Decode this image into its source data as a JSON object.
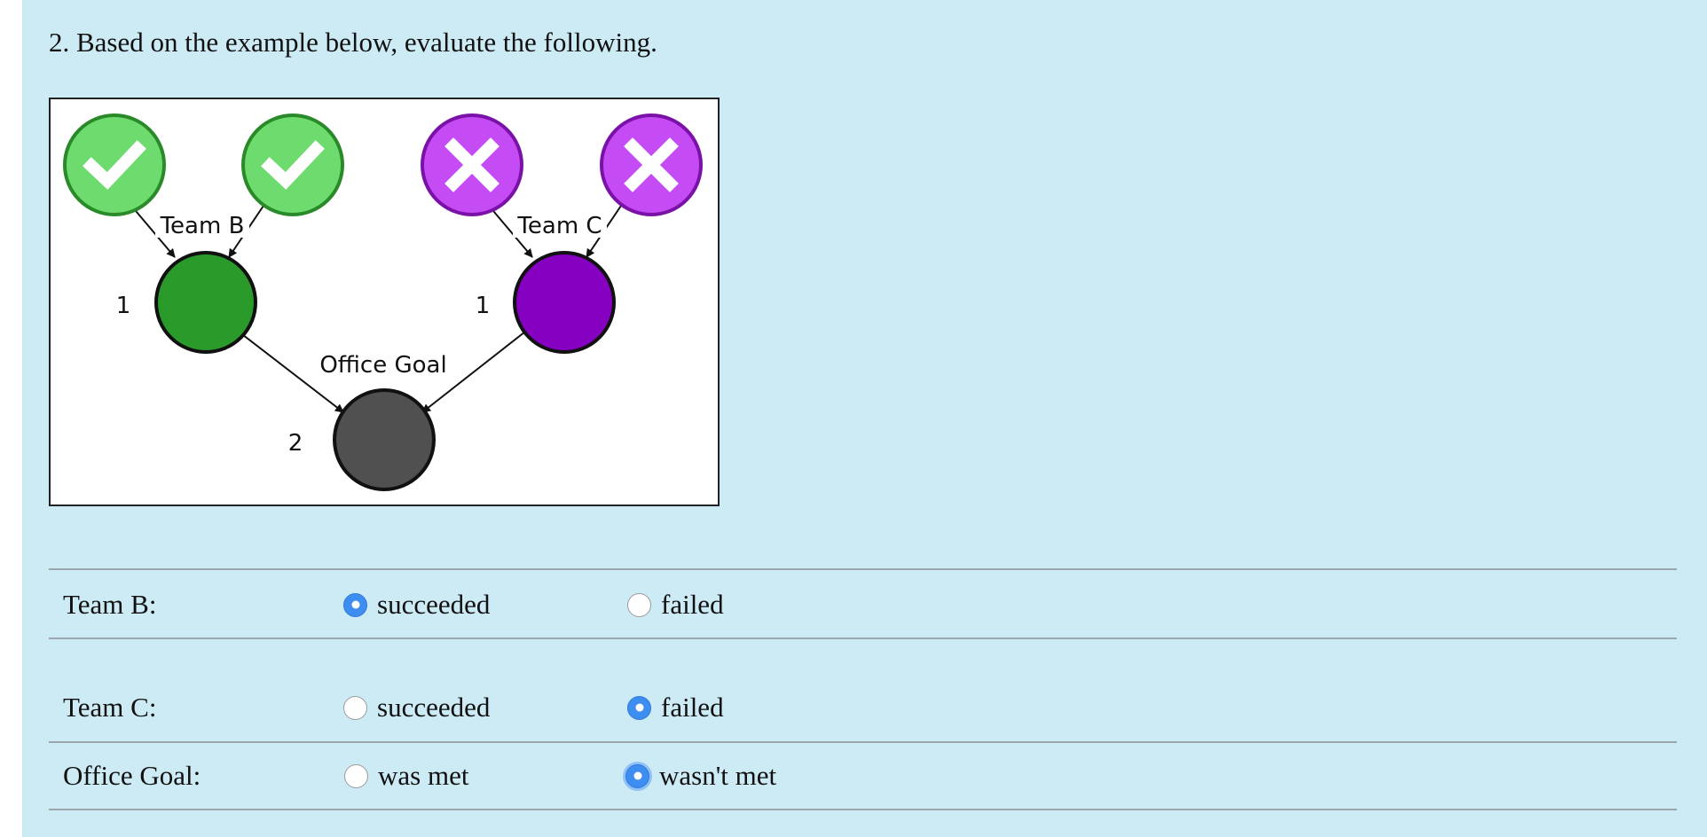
{
  "question": {
    "text": "2. Based on the example below, evaluate the following."
  },
  "diagram": {
    "team_b_label": "Team B",
    "team_c_label": "Team C",
    "goal_label": "Office Goal",
    "team_b_threshold": "1",
    "team_c_threshold": "1",
    "goal_threshold": "2",
    "colors": {
      "success_light": "#6ddb6d",
      "success_dark": "#2a9a2a",
      "fail_light": "#c54cf5",
      "fail_dark": "#8600c2",
      "goal": "#505050"
    },
    "icons": [
      "check-icon",
      "check-icon",
      "cross-icon",
      "cross-icon"
    ]
  },
  "rows": [
    {
      "label": "Team B:",
      "options": [
        "succeeded",
        "failed"
      ],
      "selected": 0
    },
    {
      "label": "Team C:",
      "options": [
        "succeeded",
        "failed"
      ],
      "selected": 1
    },
    {
      "label": "Office Goal:",
      "options": [
        "was met",
        "wasn't met"
      ],
      "selected": 1
    }
  ],
  "colors": {
    "panel_bg": "#cdebf5",
    "radio_selected": "#3d8ef0"
  }
}
